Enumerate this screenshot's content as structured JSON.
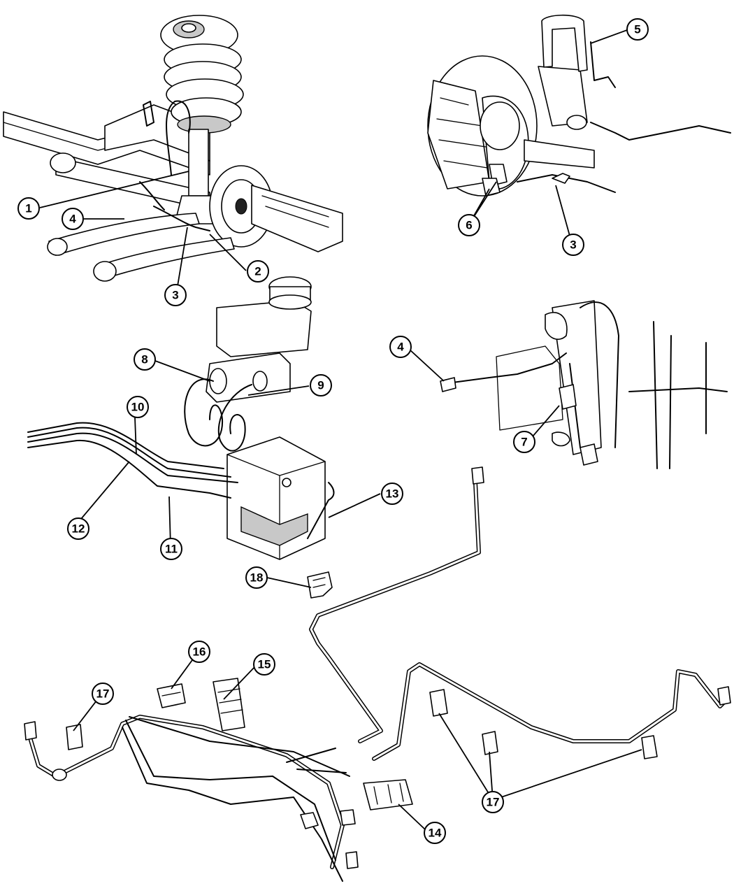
{
  "callouts": [
    {
      "id": "c1",
      "label": "1"
    },
    {
      "id": "c2",
      "label": "2"
    },
    {
      "id": "c3a",
      "label": "3"
    },
    {
      "id": "c4a",
      "label": "4"
    },
    {
      "id": "c5",
      "label": "5"
    },
    {
      "id": "c6",
      "label": "6"
    },
    {
      "id": "c3b",
      "label": "3"
    },
    {
      "id": "c8",
      "label": "8"
    },
    {
      "id": "c9",
      "label": "9"
    },
    {
      "id": "c10",
      "label": "10"
    },
    {
      "id": "c12",
      "label": "12"
    },
    {
      "id": "c11",
      "label": "11"
    },
    {
      "id": "c13",
      "label": "13"
    },
    {
      "id": "c4b",
      "label": "4"
    },
    {
      "id": "c7",
      "label": "7"
    },
    {
      "id": "c18",
      "label": "18"
    },
    {
      "id": "c16",
      "label": "16"
    },
    {
      "id": "c15",
      "label": "15"
    },
    {
      "id": "c17a",
      "label": "17"
    },
    {
      "id": "c14",
      "label": "14"
    },
    {
      "id": "c17b",
      "label": "17"
    }
  ]
}
